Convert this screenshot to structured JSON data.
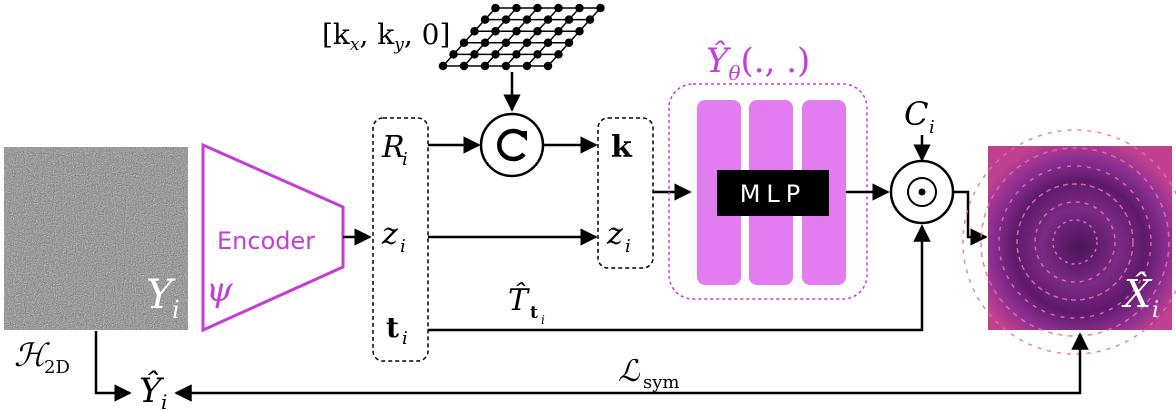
{
  "colors": {
    "accent": "#c33ed6",
    "mlp_fill": "#e27cf0",
    "mlp_label_bg": "#000000",
    "output_image_base": "#5b1a63",
    "input_image_base": "#7f7f7f"
  },
  "labels": {
    "k_grid": "[k",
    "k_grid_x": "x",
    "k_grid_mid": ", k",
    "k_grid_y": "y",
    "k_grid_end": ", 0]",
    "network_title": "Ŷ",
    "network_theta": "θ",
    "network_args": "(., .)",
    "encoder": "Encoder",
    "psi": "ψ",
    "R": "R",
    "z": "z",
    "t": "t",
    "sub_i": "i",
    "k": "k",
    "C": "C",
    "mlp": "MLP",
    "Y": "Y",
    "Y_hat": "Ŷ",
    "X_hat": "X̂",
    "T_hat": "T̂",
    "T_sub": "t",
    "H": "ℋ",
    "H_sub": "2D",
    "L": "ℒ",
    "L_sub": "sym",
    "odot": "⊙"
  },
  "icons": {
    "rotate": "rotate-icon",
    "hadamard": "hadamard-product-icon"
  }
}
